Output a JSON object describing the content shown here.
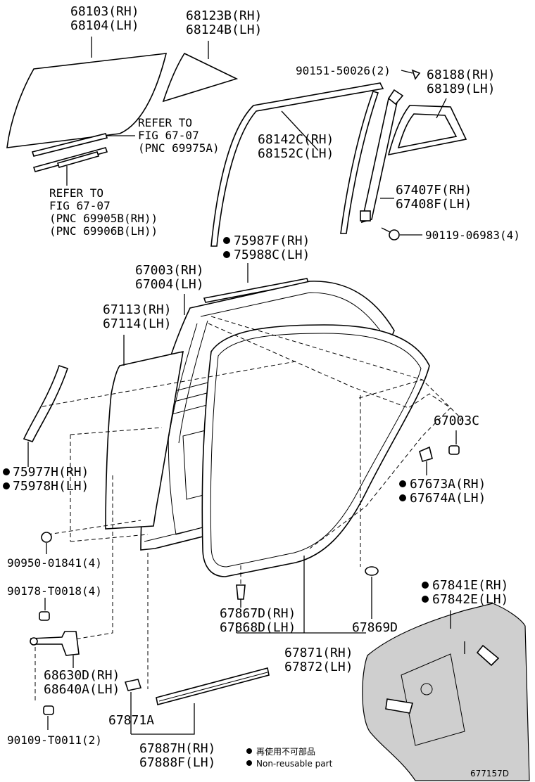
{
  "diagram": {
    "labels": {
      "glass_rh": "68103(RH)",
      "glass_lh": "68104(LH)",
      "quarter_glass_rh": "68123B(RH)",
      "quarter_glass_lh": "68124B(LH)",
      "screw_top": "90151-50026(2)",
      "quarter_frame_rh": "68188(RH)",
      "quarter_frame_lh": "68189(LH)",
      "refer1_line1": "REFER TO",
      "refer1_line2": "FIG 67-07",
      "refer1_line3": "(PNC 69975A)",
      "run_rh": "68142C(RH)",
      "run_lh": "68152C(LH)",
      "refer2_line1": "REFER TO",
      "refer2_line2": "FIG 67-07",
      "refer2_line3": "(PNC 69905B(RH))",
      "refer2_line4": "(PNC 69906B(LH))",
      "division_bar_rh": "67407F(RH)",
      "division_bar_lh": "67408F(LH)",
      "bolt_right": "90119-06983(4)",
      "moulding_rh": "75987F(RH)",
      "moulding_lh": "75988C(LH)",
      "door_panel_rh": "67003(RH)",
      "door_panel_lh": "67004(LH)",
      "outer_panel_rh": "67113(RH)",
      "outer_panel_lh": "67114(LH)",
      "clip_right": "67003C",
      "pillar_tape_rh": "75977H(RH)",
      "pillar_tape_lh": "75978H(LH)",
      "cap_rh": "67673A(RH)",
      "cap_lh": "67674A(LH)",
      "plug": "90950-01841(4)",
      "bolt_left": "90178-T0018(4)",
      "hole_seal_rh": "67841E(RH)",
      "hole_seal_lh": "67842E(LH)",
      "clip_d_rh": "67867D(RH)",
      "clip_d_lh": "67868D(LH)",
      "clip_869": "67869D",
      "checker_rh": "68630D(RH)",
      "checker_lh": "68640A(LH)",
      "weatherstrip_rh": "67871(RH)",
      "weatherstrip_lh": "67872(LH)",
      "weatherstrip_a": "67871A",
      "screw_bottom": "90109-T0011(2)",
      "belt_rh": "67887H(RH)",
      "belt_lh": "67888F(LH)",
      "legend_cn": "再使用不可部品",
      "legend_en": "Non-reusable part",
      "figure_id": "677157D"
    }
  }
}
